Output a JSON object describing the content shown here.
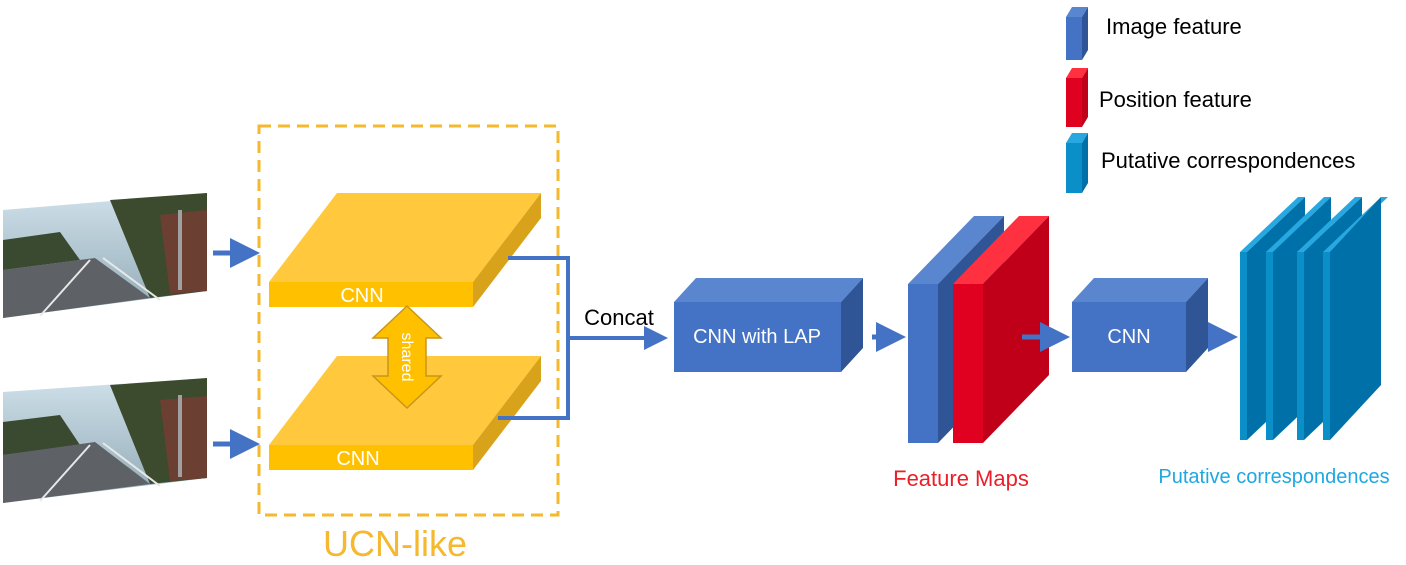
{
  "colors": {
    "image_feature": "#4472c4",
    "position_feature": "#e00020",
    "putative": "#0b8fc8",
    "ucn_orange": "#f5b82e",
    "cnn_block": "#ffc83d",
    "arrow": "#4472c4",
    "feature_maps_label": "#e8202a",
    "putative_label": "#1fa8e0"
  },
  "legend": {
    "image_feature": "Image feature",
    "position_feature": "Position feature",
    "putative_correspondences": "Putative correspondences"
  },
  "ucn": {
    "label": "UCN-like",
    "cnn_top": "CNN",
    "cnn_bottom": "CNN",
    "shared": "shared"
  },
  "concat_label": "Concat",
  "cnn_lap_label": "CNN with LAP",
  "feature_maps_label": "Feature Maps",
  "cnn_label": "CNN",
  "putative_label": "Putative correspondences",
  "input_images": [
    "street-scene-image-1",
    "street-scene-image-2"
  ]
}
